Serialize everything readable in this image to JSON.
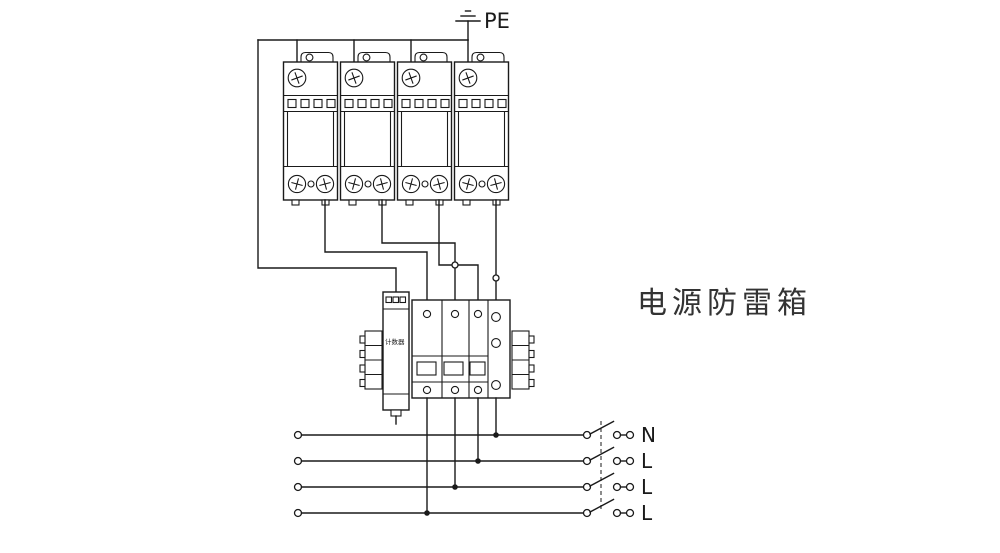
{
  "diagram": {
    "pe_label": "PE",
    "title": "电源防雷箱",
    "counter_label": "计数器",
    "output_lines": [
      {
        "label": "N"
      },
      {
        "label": "L"
      },
      {
        "label": "L"
      },
      {
        "label": "L"
      }
    ],
    "colors": {
      "line": "#1a1a1a",
      "text": "#333333",
      "background": "#ffffff"
    }
  }
}
